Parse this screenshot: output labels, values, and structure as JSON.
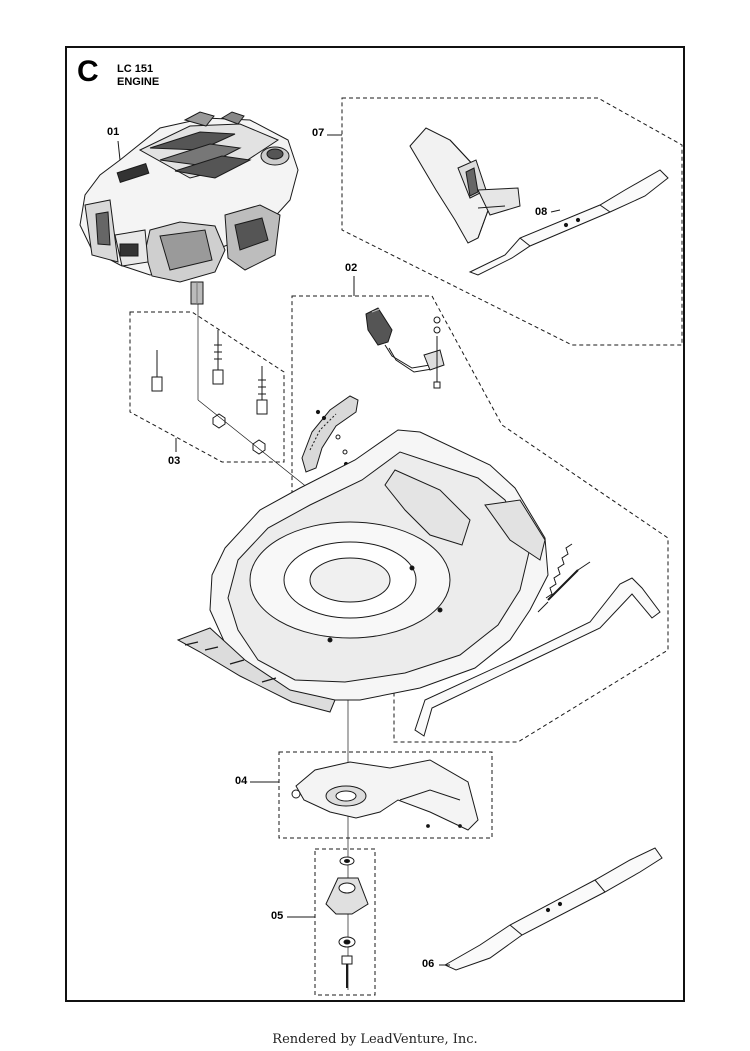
{
  "section": {
    "letter": "C",
    "model": "LC 151",
    "title": "ENGINE"
  },
  "callouts": {
    "p01": "01",
    "p02": "02",
    "p03": "03",
    "p04": "04",
    "p05": "05",
    "p06": "06",
    "p07": "07",
    "p08": "08"
  },
  "footer": "Rendered by LeadVenture, Inc.",
  "colors": {
    "line": "#1a1a1a",
    "shade": "#6f6f6f",
    "frame": "#111111"
  }
}
